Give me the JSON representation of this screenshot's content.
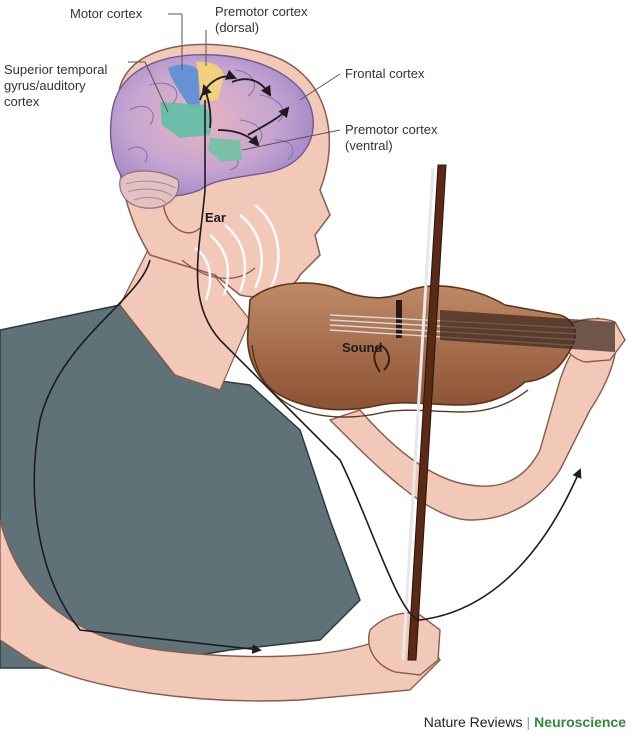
{
  "labels": {
    "motor_cortex": "Motor cortex",
    "premotor_dorsal_1": "Premotor cortex",
    "premotor_dorsal_2": "(dorsal)",
    "superior_temporal_1": "Superior temporal",
    "superior_temporal_2": "gyrus/auditory",
    "superior_temporal_3": "cortex",
    "frontal_cortex": "Frontal cortex",
    "premotor_ventral_1": "Premotor cortex",
    "premotor_ventral_2": "(ventral)",
    "ear": "Ear",
    "sound": "Sound"
  },
  "credit": {
    "journal": "Nature Reviews",
    "separator": "|",
    "section": "Neuroscience"
  },
  "colors": {
    "skin": "#f2c9b8",
    "shirt": "#5f7278",
    "violin": "#a4694a",
    "brain": "#c6a8cf",
    "motor_region": "#5b8fd1",
    "premotor_dorsal_region": "#f2d27a",
    "auditory_region": "#5fbfa6",
    "credit_accent": "#2e8b3a"
  }
}
